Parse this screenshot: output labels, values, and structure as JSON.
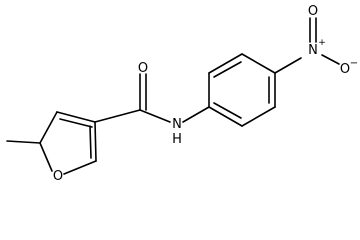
{
  "structure": {
    "atoms": {
      "furan_oxygen": "O",
      "carbonyl_oxygen": "O",
      "amide_nitrogen": "N",
      "amide_hydrogen": "H",
      "nitro_nitrogen": "N",
      "nitro_n_charge": "+",
      "nitro_oxygen_top": "O",
      "nitro_oxygen_bottom": "O",
      "nitro_o_charge": "−"
    },
    "colors": {
      "ink": "#000000",
      "background": "#ffffff"
    }
  }
}
